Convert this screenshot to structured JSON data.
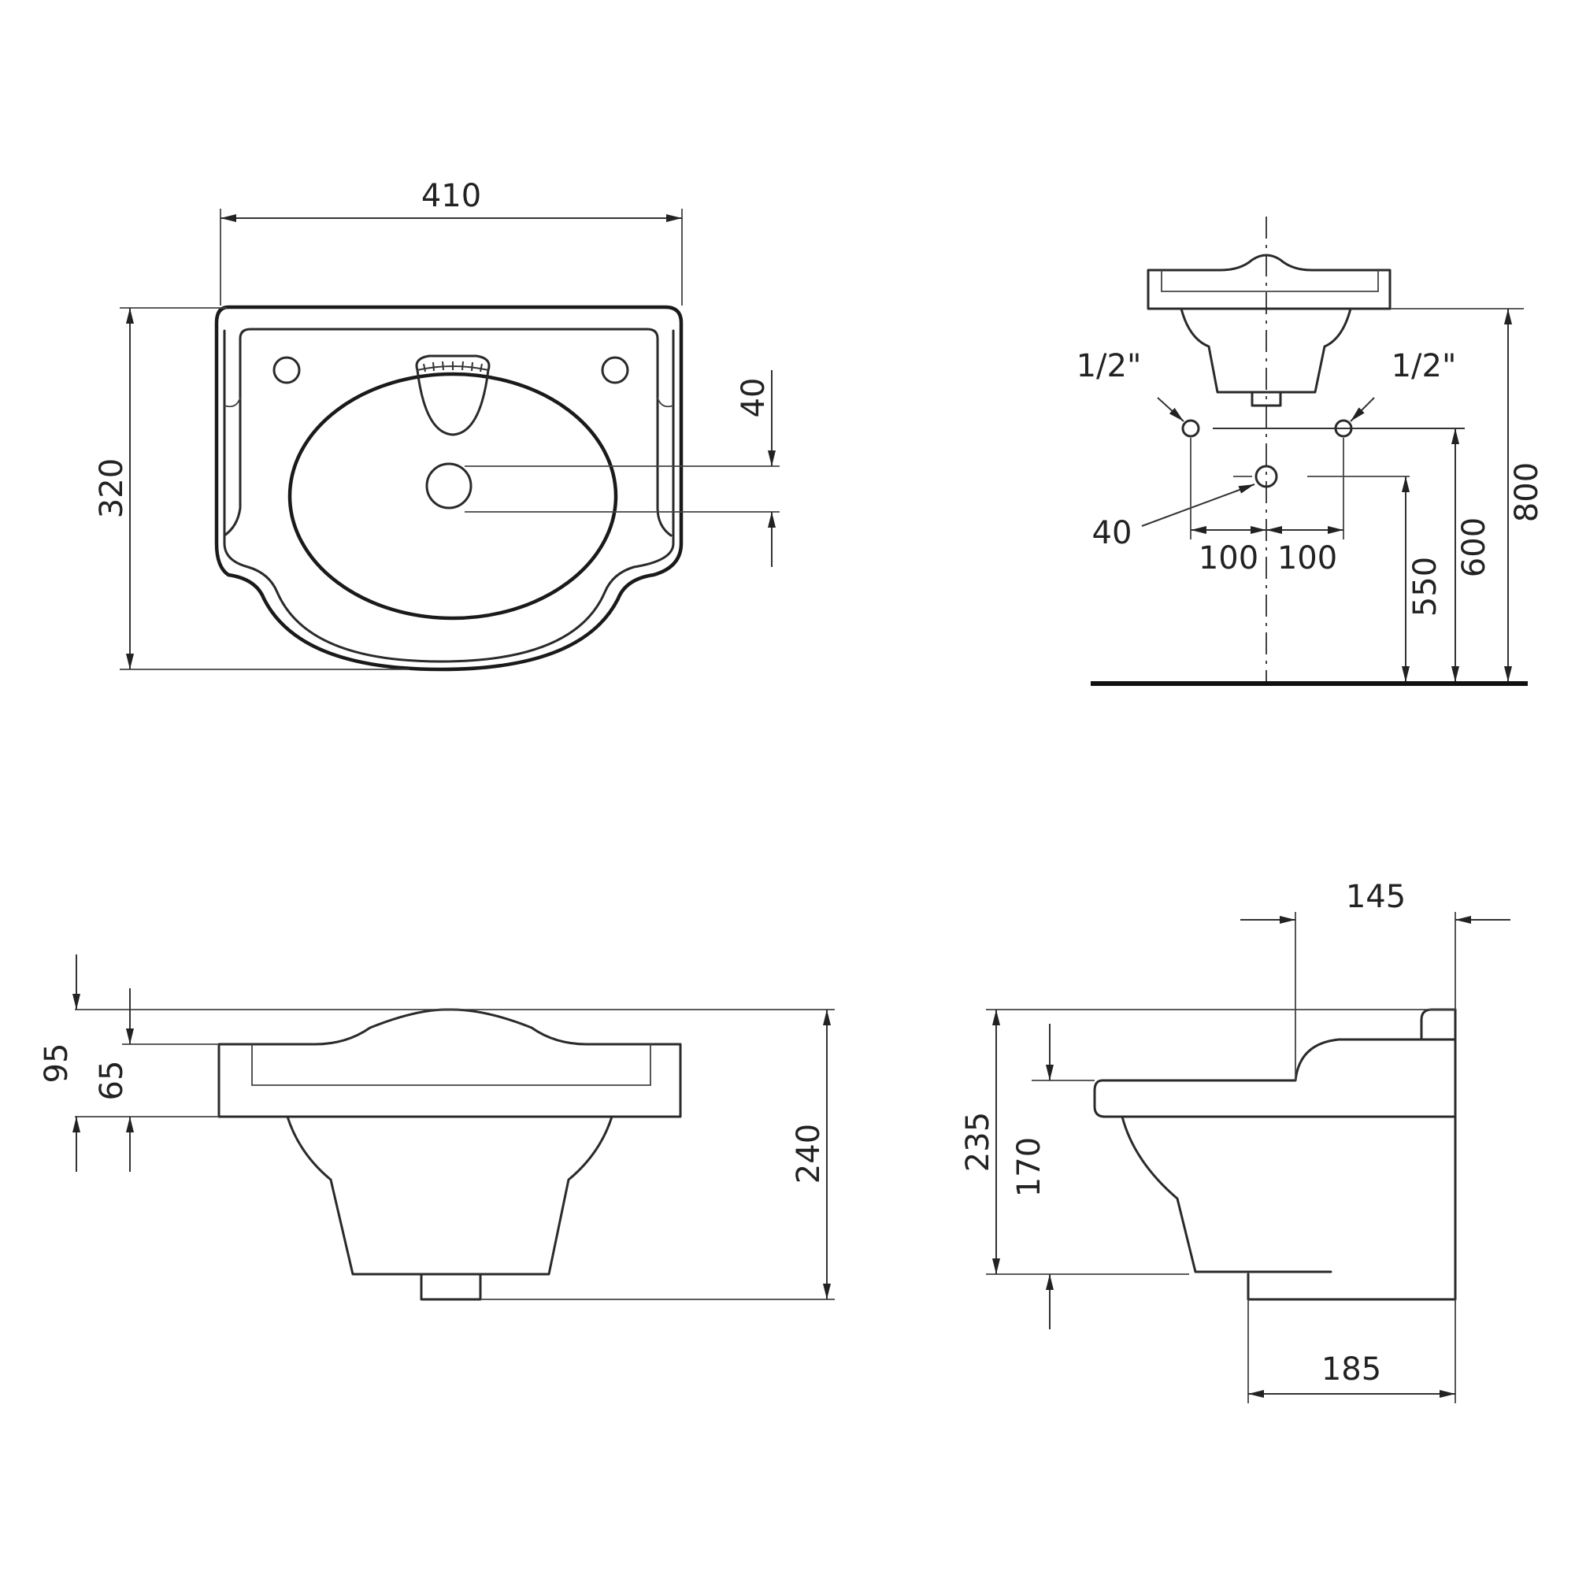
{
  "top_view": {
    "width": "410",
    "depth": "320",
    "drain_offset": "40"
  },
  "front_install_view": {
    "left_supply": "1/2\"",
    "right_supply": "1/2\"",
    "drain_diameter": "40",
    "left_spacing": "100",
    "right_spacing": "100",
    "drain_height": "550",
    "supply_height": "600",
    "rim_height": "800"
  },
  "front_view": {
    "backsplash_height": "95",
    "rim_depth": "65",
    "total_height": "240"
  },
  "side_view": {
    "bowl_projection": "145",
    "total_height": "235",
    "bowl_height": "170",
    "base_depth": "185"
  }
}
